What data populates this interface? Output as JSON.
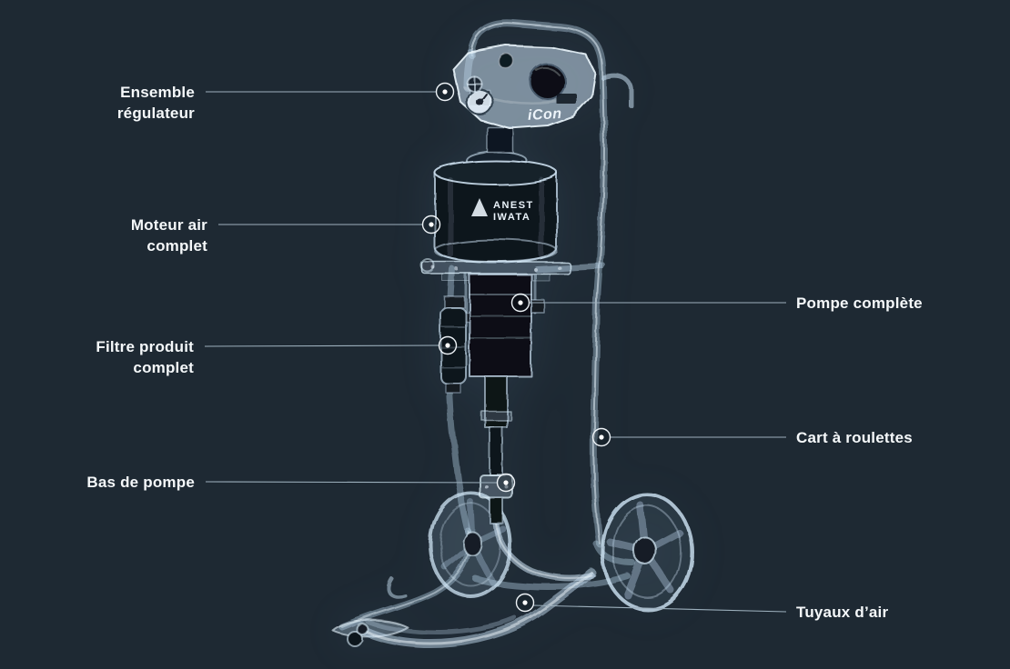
{
  "page": {
    "background_color": "#1e2933",
    "label_text_color": "#f5f8fa",
    "leader_line_color": "#9db0bd",
    "sketch_tint_color": "#cfe2f0"
  },
  "illustration": {
    "motor_brand_line1": "ANEST",
    "motor_brand_line2": "IWATA",
    "regulator_model": "iCon"
  },
  "callouts": {
    "left": [
      {
        "id": "ensemble-regulateur",
        "text": "Ensemble\nrégulateur"
      },
      {
        "id": "moteur-air-complet",
        "text": "Moteur air\ncomplet"
      },
      {
        "id": "filtre-produit-complet",
        "text": "Filtre produit\ncomplet"
      },
      {
        "id": "bas-de-pompe",
        "text": "Bas de pompe"
      }
    ],
    "right": [
      {
        "id": "pompe-complete",
        "text": "Pompe complète"
      },
      {
        "id": "cart-a-roulettes",
        "text": "Cart à roulettes"
      },
      {
        "id": "tuyaux-air",
        "text": "Tuyaux d’air"
      }
    ]
  }
}
